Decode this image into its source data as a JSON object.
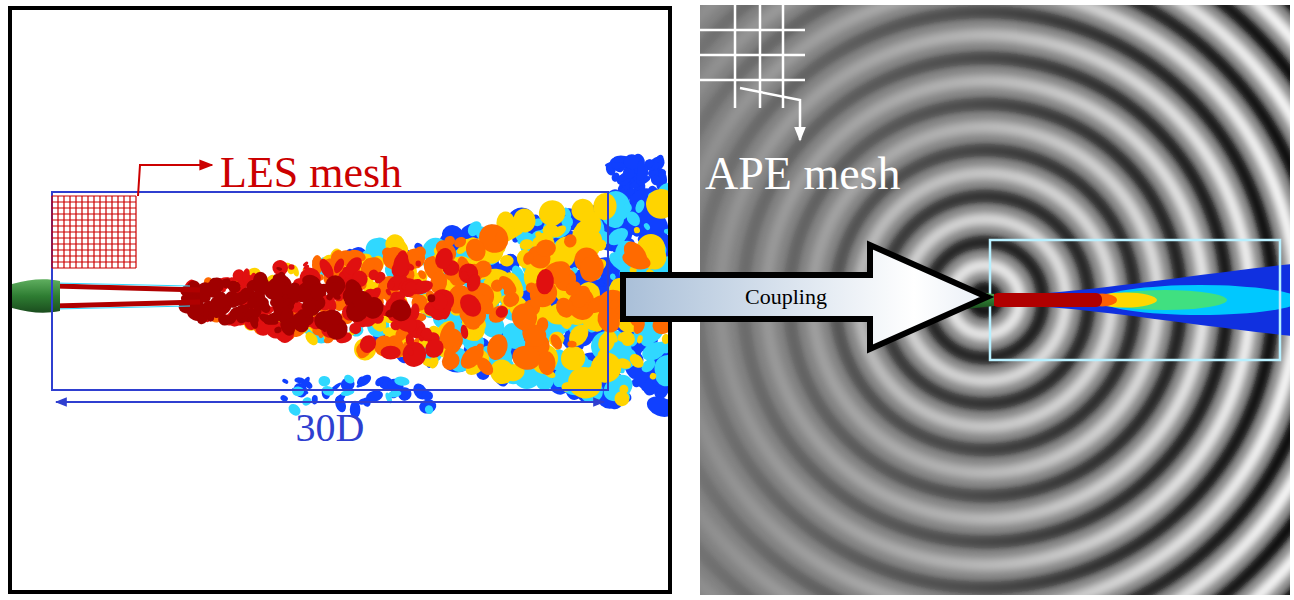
{
  "diagram": {
    "nodes": [
      {
        "text": [
          "Coupling"
        ]
      }
    ],
    "labels": [
      "LES mesh",
      "30D",
      "APE mesh"
    ]
  }
}
